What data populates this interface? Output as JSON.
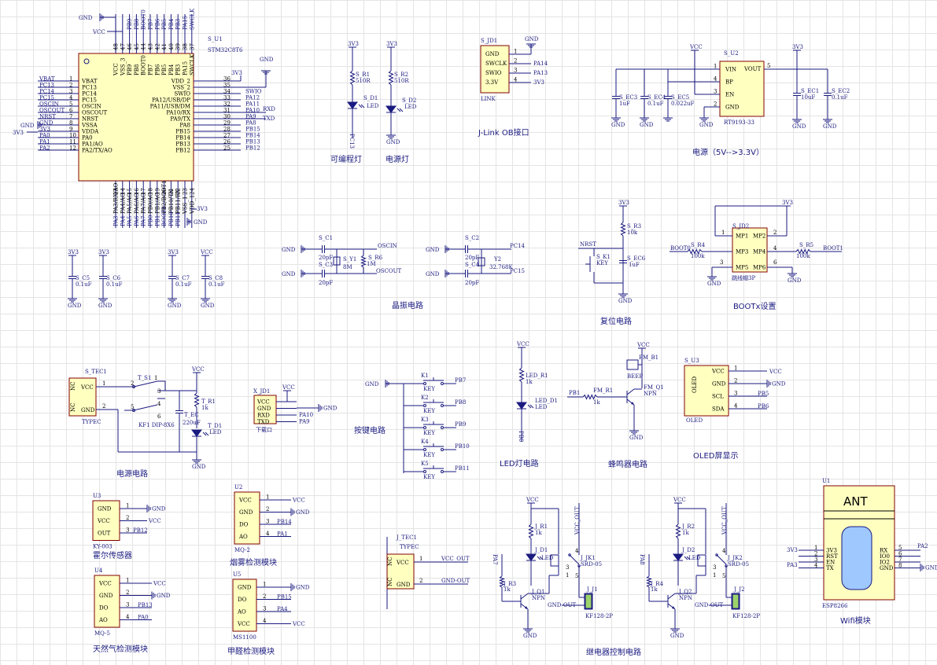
{
  "titles": {
    "prog_led": "可编程灯",
    "power_led": "电源灯",
    "jlink": "J-Link OB接口",
    "power_33": "电源（5V-->3.3V）",
    "crystal": "晶振电路",
    "reset": "复位电路",
    "boot": "BOOTx设置",
    "power": "电源电路",
    "keys": "按键电路",
    "led": "LED灯电路",
    "buzzer": "蜂鸣器电路",
    "oled": "OLED屏显示",
    "hall": "霍尔传感器",
    "smoke": "烟雾检测模块",
    "gas": "天然气检测模块",
    "formaldehyde": "甲醛检测模块",
    "relay": "继电器控制电路",
    "wifi": "Wifi模块"
  },
  "mcu": {
    "ref": "S_U1",
    "part": "STM32C8T6",
    "left_pins": [
      [
        "VBAT",
        "1"
      ],
      [
        "PC13",
        "2"
      ],
      [
        "PC14",
        "3"
      ],
      [
        "PC15",
        "4"
      ],
      [
        "OSCIN",
        "5"
      ],
      [
        "OSCOUT",
        "6"
      ],
      [
        "NRST",
        "7"
      ],
      [
        "VSSA",
        "8"
      ],
      [
        "VDDA",
        "9"
      ],
      [
        "PA0",
        "10"
      ],
      [
        "PA1/AO",
        "11"
      ],
      [
        "PA2/TX/AO",
        "12"
      ]
    ],
    "left_nets": [
      "VBAT",
      "PC13",
      "PC14",
      "PC15",
      "OSCIN",
      "OSCOUT",
      "NRST",
      "GND",
      "3V3",
      "PA0",
      "PA1",
      "PA2"
    ],
    "right_pins": [
      [
        "VDD_2",
        "36"
      ],
      [
        "VSS_2",
        "35"
      ],
      [
        "SWIO",
        "34"
      ],
      [
        "PA12/USB/DP",
        "33"
      ],
      [
        "PA11/USB/DM",
        "32"
      ],
      [
        "PA10/RX",
        "31"
      ],
      [
        "PA9/TX",
        "30"
      ],
      [
        "PA8",
        "29"
      ],
      [
        "PB15",
        "28"
      ],
      [
        "PB14",
        "27"
      ],
      [
        "PB13",
        "26"
      ],
      [
        "PB12",
        "25"
      ]
    ],
    "right_nets": [
      "3V3",
      "GND",
      "SWIO",
      "PA12",
      "PA11",
      "PA10",
      "PA9",
      "PA8",
      "PB15",
      "PB14",
      "PB13",
      "PB12"
    ],
    "top_pins": [
      "VCC",
      "VSS_3",
      "PB9",
      "PB8",
      "BOOT0",
      "PB7",
      "PB6",
      "PB5",
      "PB4",
      "PB3",
      "PA15",
      "SWCLK"
    ],
    "top_nums": [
      "48",
      "47",
      "46",
      "45",
      "44",
      "43",
      "42",
      "41",
      "40",
      "39",
      "38",
      "37"
    ],
    "top_nets": [
      "",
      "",
      "PB9",
      "PB8",
      "BOOT0",
      "PB7",
      "PB6",
      "PB5",
      "PB4",
      "PB3",
      "PA15",
      "SWCLK"
    ],
    "bottom_pins": [
      "PA3/RX/AO",
      "PA4/AO",
      "PA5/AO",
      "PA6/AO",
      "PA7/AO",
      "PB0/AO",
      "PB1/AO",
      "PB2/BOOT1",
      "PB10/TX",
      "PB11/RX",
      "VSS_1",
      "VDD_1"
    ],
    "bottom_nums": [
      "13",
      "14",
      "15",
      "16",
      "17",
      "18",
      "19",
      "20",
      "21",
      "22",
      "23",
      "24"
    ],
    "bottom_nets": [
      "PA3",
      "PA4",
      "PA5",
      "PA6",
      "PA7",
      "PB0",
      "PB1",
      "BOOT1",
      "PB10",
      "PB11",
      "",
      ""
    ],
    "rx_label": "RXD",
    "tx_label": "TXD"
  },
  "nets": {
    "gnd": "GND",
    "vcc": "VCC",
    "v33": "3V3"
  },
  "prog_led": {
    "r": "S_R1",
    "rv": "510R",
    "d": "S_D1",
    "dv": "LED",
    "net": "PC13"
  },
  "power_led": {
    "r": "S_R2",
    "rv": "510R",
    "d": "S_D2",
    "dv": "LED"
  },
  "jlink": {
    "ref": "S_JD1",
    "name": "LINK",
    "pins": [
      "GND",
      "SWCLK",
      "SWIO",
      "3.3V"
    ],
    "nums": [
      "1",
      "2",
      "3",
      "4"
    ],
    "nets": [
      "",
      "PA14",
      "PA13",
      "3V3"
    ]
  },
  "ldo": {
    "ref": "S_U2",
    "part": "RT9193-33",
    "pins": [
      "VIN",
      "BP",
      "EN",
      "GND",
      "VOUT"
    ],
    "nums": [
      "1",
      "4",
      "3",
      "2",
      "5"
    ],
    "caps": [
      [
        "S_EC3",
        "1uF"
      ],
      [
        "S_EC4",
        "0.1uF"
      ],
      [
        "S_EC5",
        "0.022uF"
      ],
      [
        "S_EC1",
        "10uF"
      ],
      [
        "S_EC2",
        "0.1uF"
      ]
    ]
  },
  "decoupling": [
    [
      "S_C5",
      "0.1uF",
      "3V3"
    ],
    [
      "S_C6",
      "0.1uF",
      "3V3"
    ],
    [
      "S_C7",
      "0.1uF",
      "3V3"
    ],
    [
      "S_C8",
      "0.1uF",
      "VCC"
    ]
  ],
  "crystal": {
    "c1": "S_C1",
    "c3": "S_C3",
    "cv": "20pF",
    "y1": "S_Y1",
    "y1v": "8M",
    "r6": "S_R6",
    "r6v": "1M",
    "osc_in": "OSCIN",
    "osc_out": "OSCOUT",
    "c2": "S_C2",
    "c4": "S_C4",
    "y2": "Y2",
    "y2v": "32.768K",
    "pc14": "PC14",
    "pc15": "PC15"
  },
  "reset": {
    "r": "S_R3",
    "rv": "10k",
    "k": "S_K1",
    "kv": "KEY",
    "c": "S_EC6",
    "cv": "1uF",
    "net": "NRST"
  },
  "boot": {
    "ref": "S_JD2",
    "pins": [
      "MP1",
      "MP2",
      "MP3",
      "MP4",
      "MP5",
      "MP6"
    ],
    "nums": [
      "1",
      "2",
      "3",
      "4",
      "5",
      "6"
    ],
    "name": "跳线帽3P",
    "r4": "S_R4",
    "r5": "S_R5",
    "rv": "100k",
    "b0": "BOOT0",
    "b1": "BOOT1"
  },
  "typec": {
    "ref": "S_TEC1",
    "pins": [
      "VCC",
      "GND",
      "NC",
      "NC"
    ],
    "nums": [
      "1",
      "2"
    ],
    "name": "TYPEC",
    "sw": "T_S1",
    "swv": "KF1 DIP-8X6",
    "r": "T_R1",
    "rv": "1k",
    "c": "T_EC",
    "cv": "220uF",
    "d": "T_D1",
    "dv": "LED",
    "sw_nums": [
      "1",
      "2",
      "3",
      "4",
      "5",
      "6"
    ]
  },
  "download": {
    "ref": "X_JD1",
    "pins": [
      "VCC",
      "GND",
      "RXD",
      "TXD"
    ],
    "nets": [
      "VCC",
      "GND",
      "PA10",
      "PA9"
    ],
    "name": "下载口"
  },
  "keys": [
    [
      "K1",
      "KEY",
      "PB7"
    ],
    [
      "K2",
      "KEY",
      "PB8"
    ],
    [
      "K3",
      "KEY",
      "PB9"
    ],
    [
      "K4",
      "KEY",
      "PB10"
    ],
    [
      "K5",
      "KEY",
      "PB11"
    ]
  ],
  "led": {
    "r": "LED_R1",
    "rv": "1k",
    "d": "LED_D1",
    "dv": "LED",
    "net": "PB0"
  },
  "buzzer": {
    "b": "FM_B1",
    "bv": "BEEP",
    "r": "FM_R1",
    "rv": "1k",
    "q": "FM_Q1",
    "qv": "NPN",
    "net": "PB1"
  },
  "oled": {
    "ref": "S_U3",
    "name": "OLED",
    "part": "OLED",
    "pins": [
      "VCC",
      "GND",
      "SCL",
      "SDA"
    ],
    "nums": [
      "1",
      "2",
      "3",
      "4"
    ],
    "nets": [
      "VCC",
      "GND",
      "PB5",
      "PB6"
    ]
  },
  "hall": {
    "ref": "U3",
    "part": "KY-003",
    "pins": [
      "GND",
      "VCC",
      "OUT"
    ],
    "nums": [
      "1",
      "2",
      "3"
    ],
    "nets": [
      "GND",
      "VCC",
      "PB12"
    ]
  },
  "smoke": {
    "ref": "U2",
    "part": "MQ-2",
    "pins": [
      "VCC",
      "GND",
      "DO",
      "AO"
    ],
    "nums": [
      "1",
      "2",
      "3",
      "4"
    ],
    "nets": [
      "VCC",
      "GND",
      "PB14",
      "PA1"
    ]
  },
  "gas": {
    "ref": "U4",
    "part": "MQ-5",
    "pins": [
      "VCC",
      "GND",
      "DO",
      "AO"
    ],
    "nums": [
      "1",
      "2",
      "3",
      "4"
    ],
    "nets": [
      "VCC",
      "GND",
      "PB13",
      "PA0"
    ]
  },
  "formaldehyde": {
    "ref": "U5",
    "part": "MS1100",
    "pins": [
      "GND",
      "DO",
      "AO",
      "VCC"
    ],
    "nums": [
      "1",
      "2",
      "3",
      "4"
    ],
    "nets": [
      "GND",
      "PB15",
      "PA4",
      "VCC"
    ]
  },
  "typec2": {
    "ref": "J_TEC1",
    "name": "TYPEC",
    "pins": [
      "VCC",
      "GND",
      "NC",
      "NC"
    ],
    "nums": [
      "1",
      "2"
    ],
    "nets": [
      "VCC_OUT",
      "GND-OUT"
    ]
  },
  "relay1": {
    "r1": "J_R1",
    "r1v": "1k",
    "d": "J_D1",
    "dv": "LED",
    "r3": "J_R3",
    "r3v": "1k",
    "q": "J_Q1",
    "qv": "NPN",
    "k": "J_JK1",
    "kv": "SRD-05",
    "j": "J_J1",
    "jv": "KF128-2P",
    "net": "PA7",
    "out": "VCC_OUT",
    "gout": "GND-OUT"
  },
  "relay2": {
    "r1": "J_R2",
    "r1v": "1k",
    "d": "J_D2",
    "dv": "LED",
    "r3": "J_R4",
    "r3v": "1k",
    "q": "J_Q2",
    "qv": "NPN",
    "k": "J_JK2",
    "kv": "SRD-05",
    "j": "J_J2",
    "jv": "KF128-2P",
    "net": "PA8",
    "out": "VCC_OUT",
    "gout": "GND-OUT"
  },
  "wifi": {
    "ref": "U1",
    "part": "ESP8266",
    "ant": "ANT",
    "left": [
      "3V3",
      "RST",
      "EN",
      "TX"
    ],
    "right": [
      "RX",
      "IO0",
      "IO2",
      "GND"
    ],
    "rnums": [
      "5",
      "6",
      "7",
      "8"
    ],
    "lnums": [
      "1",
      "2",
      "3",
      "4"
    ],
    "lnets": [
      "3V3",
      "",
      "",
      "PA3"
    ],
    "rnets": [
      "PA2",
      "",
      "",
      ""
    ]
  }
}
